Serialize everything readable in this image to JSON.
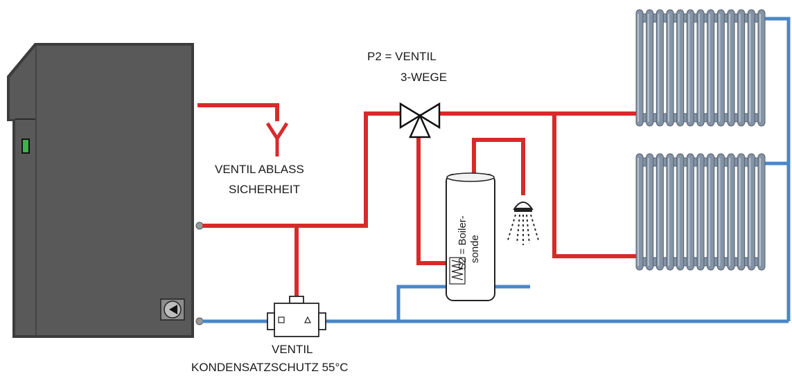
{
  "labels": {
    "valve_3way_line1": "P2 = VENTIL",
    "valve_3way_line2": "3-WEGE",
    "relief_line1": "VENTIL ABLASS",
    "relief_line2": "SICHERHEIT",
    "boiler_sensor_line1": "S2 = Boiler-",
    "boiler_sensor_line2": "sonde",
    "condensate_line1": "VENTIL",
    "condensate_line2": "KONDENSATZSCHUTZ 55°C"
  },
  "colors": {
    "supply_pipe": "#d82a2a",
    "return_pipe": "#4a86c8",
    "boiler_body": "#555555",
    "radiator": "#8494a6",
    "indicator_light": "#3fb24a"
  },
  "components": {
    "heater": "boiler-unit",
    "pump": "pump-icon",
    "radiators": [
      "radiator-upper",
      "radiator-lower"
    ],
    "tank": "hot-water-tank",
    "shower": "shower-head-icon",
    "valves": [
      "three-way-valve-icon",
      "safety-relief-valve-icon",
      "condensate-protection-valve-icon"
    ]
  }
}
